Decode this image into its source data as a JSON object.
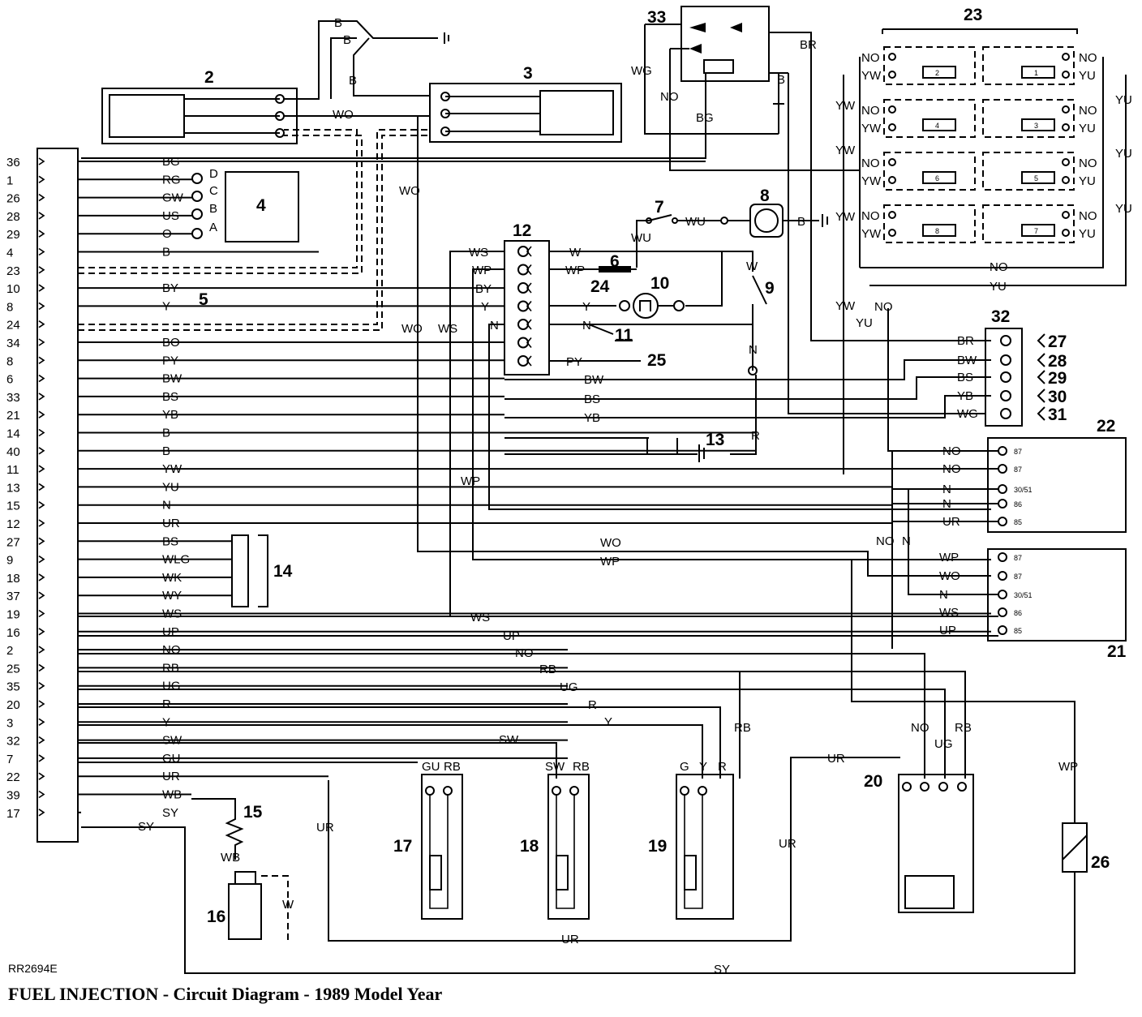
{
  "title": "FUEL INJECTION - Circuit Diagram - 1989 Model Year",
  "reference": "RR2694E",
  "ecu_pins": [
    {
      "pin": "36",
      "wire": "BG"
    },
    {
      "pin": "1",
      "wire": "RG"
    },
    {
      "pin": "26",
      "wire": "GW"
    },
    {
      "pin": "28",
      "wire": "US"
    },
    {
      "pin": "29",
      "wire": "O"
    },
    {
      "pin": "4",
      "wire": "B"
    },
    {
      "pin": "23",
      "wire": ""
    },
    {
      "pin": "10",
      "wire": "BY"
    },
    {
      "pin": "8",
      "wire": "Y"
    },
    {
      "pin": "24",
      "wire": ""
    },
    {
      "pin": "34",
      "wire": "BO"
    },
    {
      "pin": "8",
      "wire": "PY"
    },
    {
      "pin": "6",
      "wire": "BW"
    },
    {
      "pin": "33",
      "wire": "BS"
    },
    {
      "pin": "21",
      "wire": "YB"
    },
    {
      "pin": "14",
      "wire": "B"
    },
    {
      "pin": "40",
      "wire": "B"
    },
    {
      "pin": "11",
      "wire": "YW"
    },
    {
      "pin": "13",
      "wire": "YU"
    },
    {
      "pin": "15",
      "wire": "N"
    },
    {
      "pin": "12",
      "wire": "UR"
    },
    {
      "pin": "27",
      "wire": "BS"
    },
    {
      "pin": "9",
      "wire": "WLG"
    },
    {
      "pin": "18",
      "wire": "WK"
    },
    {
      "pin": "37",
      "wire": "WY"
    },
    {
      "pin": "19",
      "wire": "WS"
    },
    {
      "pin": "16",
      "wire": "UP"
    },
    {
      "pin": "2",
      "wire": "NO"
    },
    {
      "pin": "25",
      "wire": "RB"
    },
    {
      "pin": "35",
      "wire": "UG"
    },
    {
      "pin": "20",
      "wire": "R"
    },
    {
      "pin": "3",
      "wire": "Y"
    },
    {
      "pin": "32",
      "wire": "SW"
    },
    {
      "pin": "7",
      "wire": "GU"
    },
    {
      "pin": "22",
      "wire": "UR"
    },
    {
      "pin": "39",
      "wire": "WB"
    },
    {
      "pin": "17",
      "wire": "SY"
    }
  ],
  "component_numbers": [
    "2",
    "3",
    "4",
    "5",
    "6",
    "7",
    "8",
    "9",
    "10",
    "11",
    "12",
    "13",
    "14",
    "15",
    "16",
    "17",
    "18",
    "19",
    "20",
    "21",
    "22",
    "23",
    "24",
    "25",
    "26",
    "27",
    "28",
    "29",
    "30",
    "31",
    "32",
    "33"
  ],
  "injector_numbers": [
    "2",
    "1",
    "4",
    "3",
    "6",
    "5",
    "8",
    "7"
  ],
  "relay_pins": [
    "87",
    "87",
    "30/51",
    "86",
    "85"
  ],
  "labels": {
    "top_b1": "B",
    "top_b2": "B",
    "top_b3": "B",
    "wo": "WO",
    "bg": "BG",
    "wg": "WG",
    "no": "NO",
    "br": "BR",
    "b": "B",
    "ws": "WS",
    "wp": "WP",
    "by": "BY",
    "y": "Y",
    "n": "N",
    "bo": "BO",
    "py": "PY",
    "bw": "BW",
    "w": "W",
    "wu": "WU",
    "r": "R",
    "yw": "YW",
    "yu": "YU",
    "ur": "UR",
    "rb": "RB",
    "ug": "UG",
    "up": "UP",
    "sw": "SW",
    "gu": "GU",
    "g": "G",
    "sy": "SY",
    "wb": "WB",
    "bs": "BS",
    "yb": "YB",
    "d": "D",
    "c": "C",
    "bb": "B",
    "a": "A"
  }
}
